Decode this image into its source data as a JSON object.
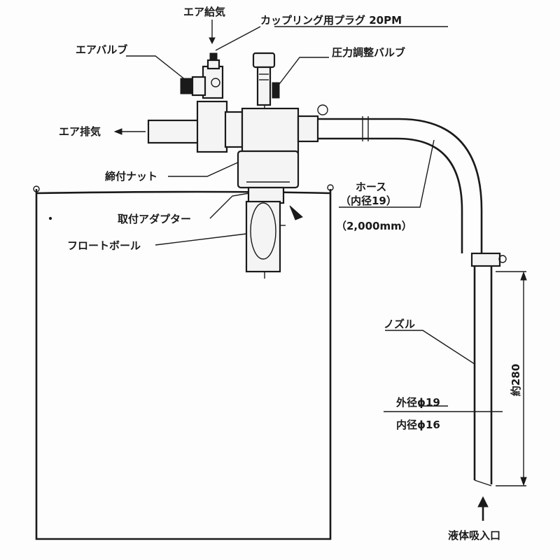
{
  "labels": {
    "air_supply": "エア給気",
    "coupling_plug": "カップリング用プラグ 20PM",
    "air_valve": "エアバルブ",
    "pressure_valve": "圧力調整バルブ",
    "air_exhaust": "エア排気",
    "tightening_nut": "締付ナット",
    "hose": "ホース",
    "hose_inner": "（内径19）",
    "hose_length": "（2,000mm）",
    "mount_adapter": "取付アダプター",
    "float_ball": "フロートボール",
    "nozzle": "ノズル",
    "outer_diameter": "外径ϕ19",
    "inner_diameter": "内径ϕ16",
    "length_280": "約280",
    "liquid_inlet": "液体吸入口"
  }
}
